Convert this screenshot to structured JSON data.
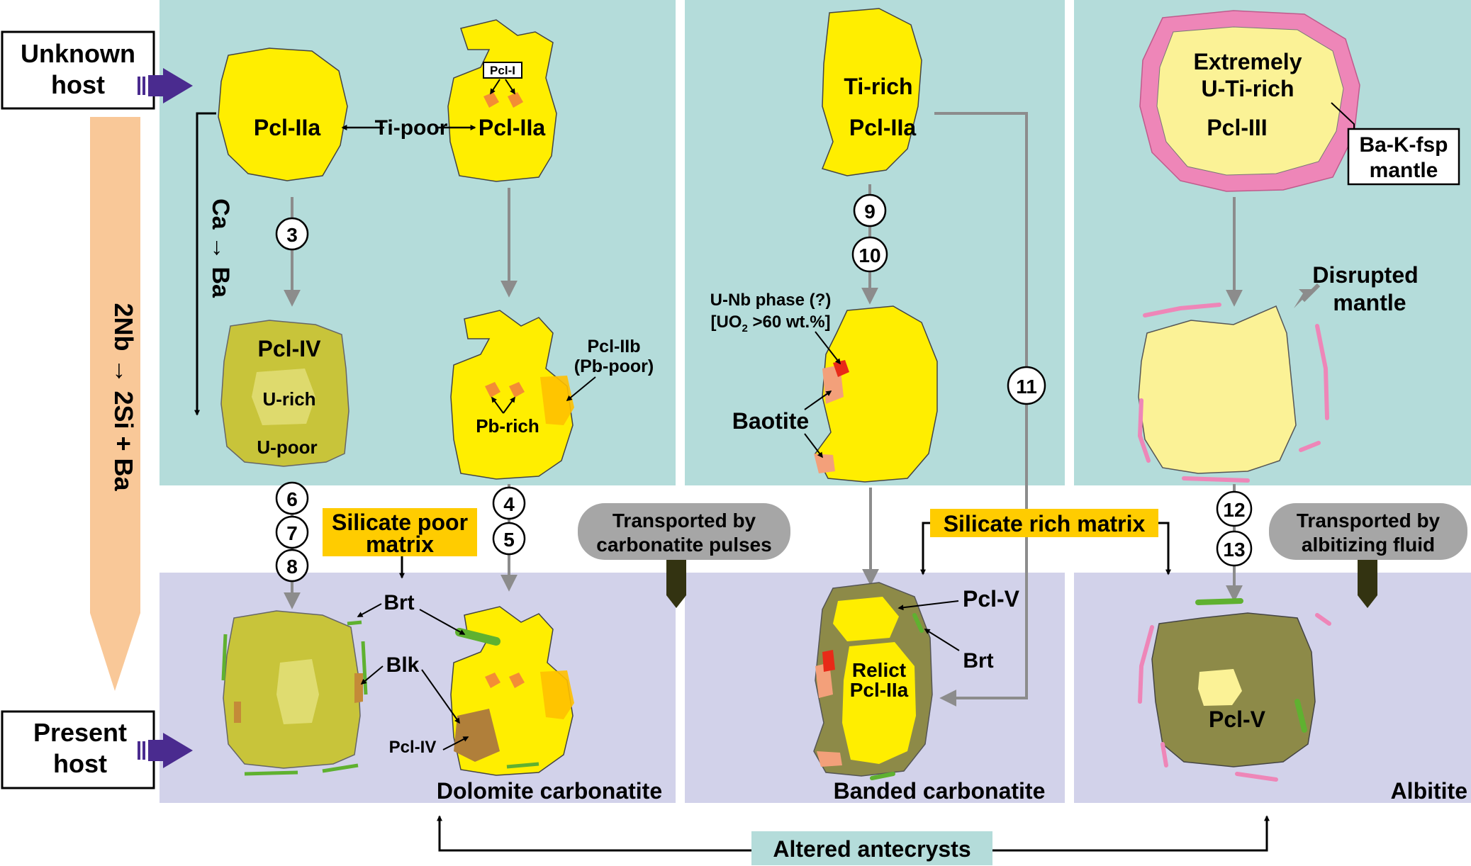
{
  "colors": {
    "teal_panel": "#b4dcda",
    "lavender_panel": "#d2d2ea",
    "grain_yellow": "#ffee00",
    "grain_pale_yellow": "#fbf296",
    "altered_olive": "#c8c43a",
    "dark_olive": "#8d8a48",
    "barite_green": "#5fb130",
    "mantle_pink": "#ee86b8",
    "orange_inclusion": "#f38d35",
    "baotite_salmon": "#f3a07a",
    "red_phase": "#e82a18",
    "matrix_label_orange": "#ffcc00",
    "transport_gray": "#a6a6a6",
    "altered_label_teal": "#b4dcda",
    "host_arrow_purple": "#4a2b8f",
    "trend_arrow_peach": "#f9c898",
    "process_arrow_gray": "#8c8c8c",
    "marker_dark": "#333311"
  },
  "host": {
    "unknown": [
      "Unknown",
      "host"
    ],
    "present": [
      "Present",
      "host"
    ]
  },
  "trend_label": "2Nb → 2Si + Ba",
  "substitution_label": "Ca → Ba",
  "grain_labels": {
    "pcl_iia_left": "Pcl-IIa",
    "pcl_iia_right": "Pcl-IIa",
    "ti_poor": "Ti-poor",
    "pcl_i": "Pcl-I",
    "pcl_iv_title": "Pcl-IV",
    "u_rich": "U-rich",
    "u_poor": "U-poor",
    "pcl_iib": [
      "Pcl-IIb",
      "(Pb-poor)"
    ],
    "pb_rich": "Pb-rich",
    "ti_rich": [
      "Ti-rich",
      "Pcl-IIa"
    ],
    "u_nb_phase": [
      "U-Nb phase (?)",
      "[UO",
      "2",
      " >60 wt.%]"
    ],
    "baotite": "Baotite",
    "extremely": [
      "Extremely",
      "U-Ti-rich",
      "Pcl-III"
    ],
    "ba_k_fsp": [
      "Ba-K-fsp",
      "mantle"
    ],
    "disrupted": [
      "Disrupted",
      "mantle"
    ],
    "brt_left": "Brt",
    "blk": "Blk",
    "pcl_iv_small": "Pcl-IV",
    "pcl_v_mid": "Pcl-V",
    "brt_mid": "Brt",
    "relict": [
      "Relict",
      "Pcl-IIa"
    ],
    "pcl_v_right": "Pcl-V"
  },
  "steps": [
    "3",
    "4",
    "5",
    "6",
    "7",
    "8",
    "9",
    "10",
    "11",
    "12",
    "13"
  ],
  "matrix_labels": {
    "silicate_poor": [
      "Silicate poor",
      "matrix"
    ],
    "silicate_rich": "Silicate rich matrix"
  },
  "transport_labels": {
    "carbonatite": [
      "Transported by",
      "carbonatite pulses"
    ],
    "albitizing": [
      "Transported by",
      "albitizing fluid"
    ]
  },
  "rock_labels": {
    "dolomite": "Dolomite carbonatite",
    "banded": "Banded carbonatite",
    "albitite": "Albitite"
  },
  "altered_antecrysts": "Altered antecrysts"
}
